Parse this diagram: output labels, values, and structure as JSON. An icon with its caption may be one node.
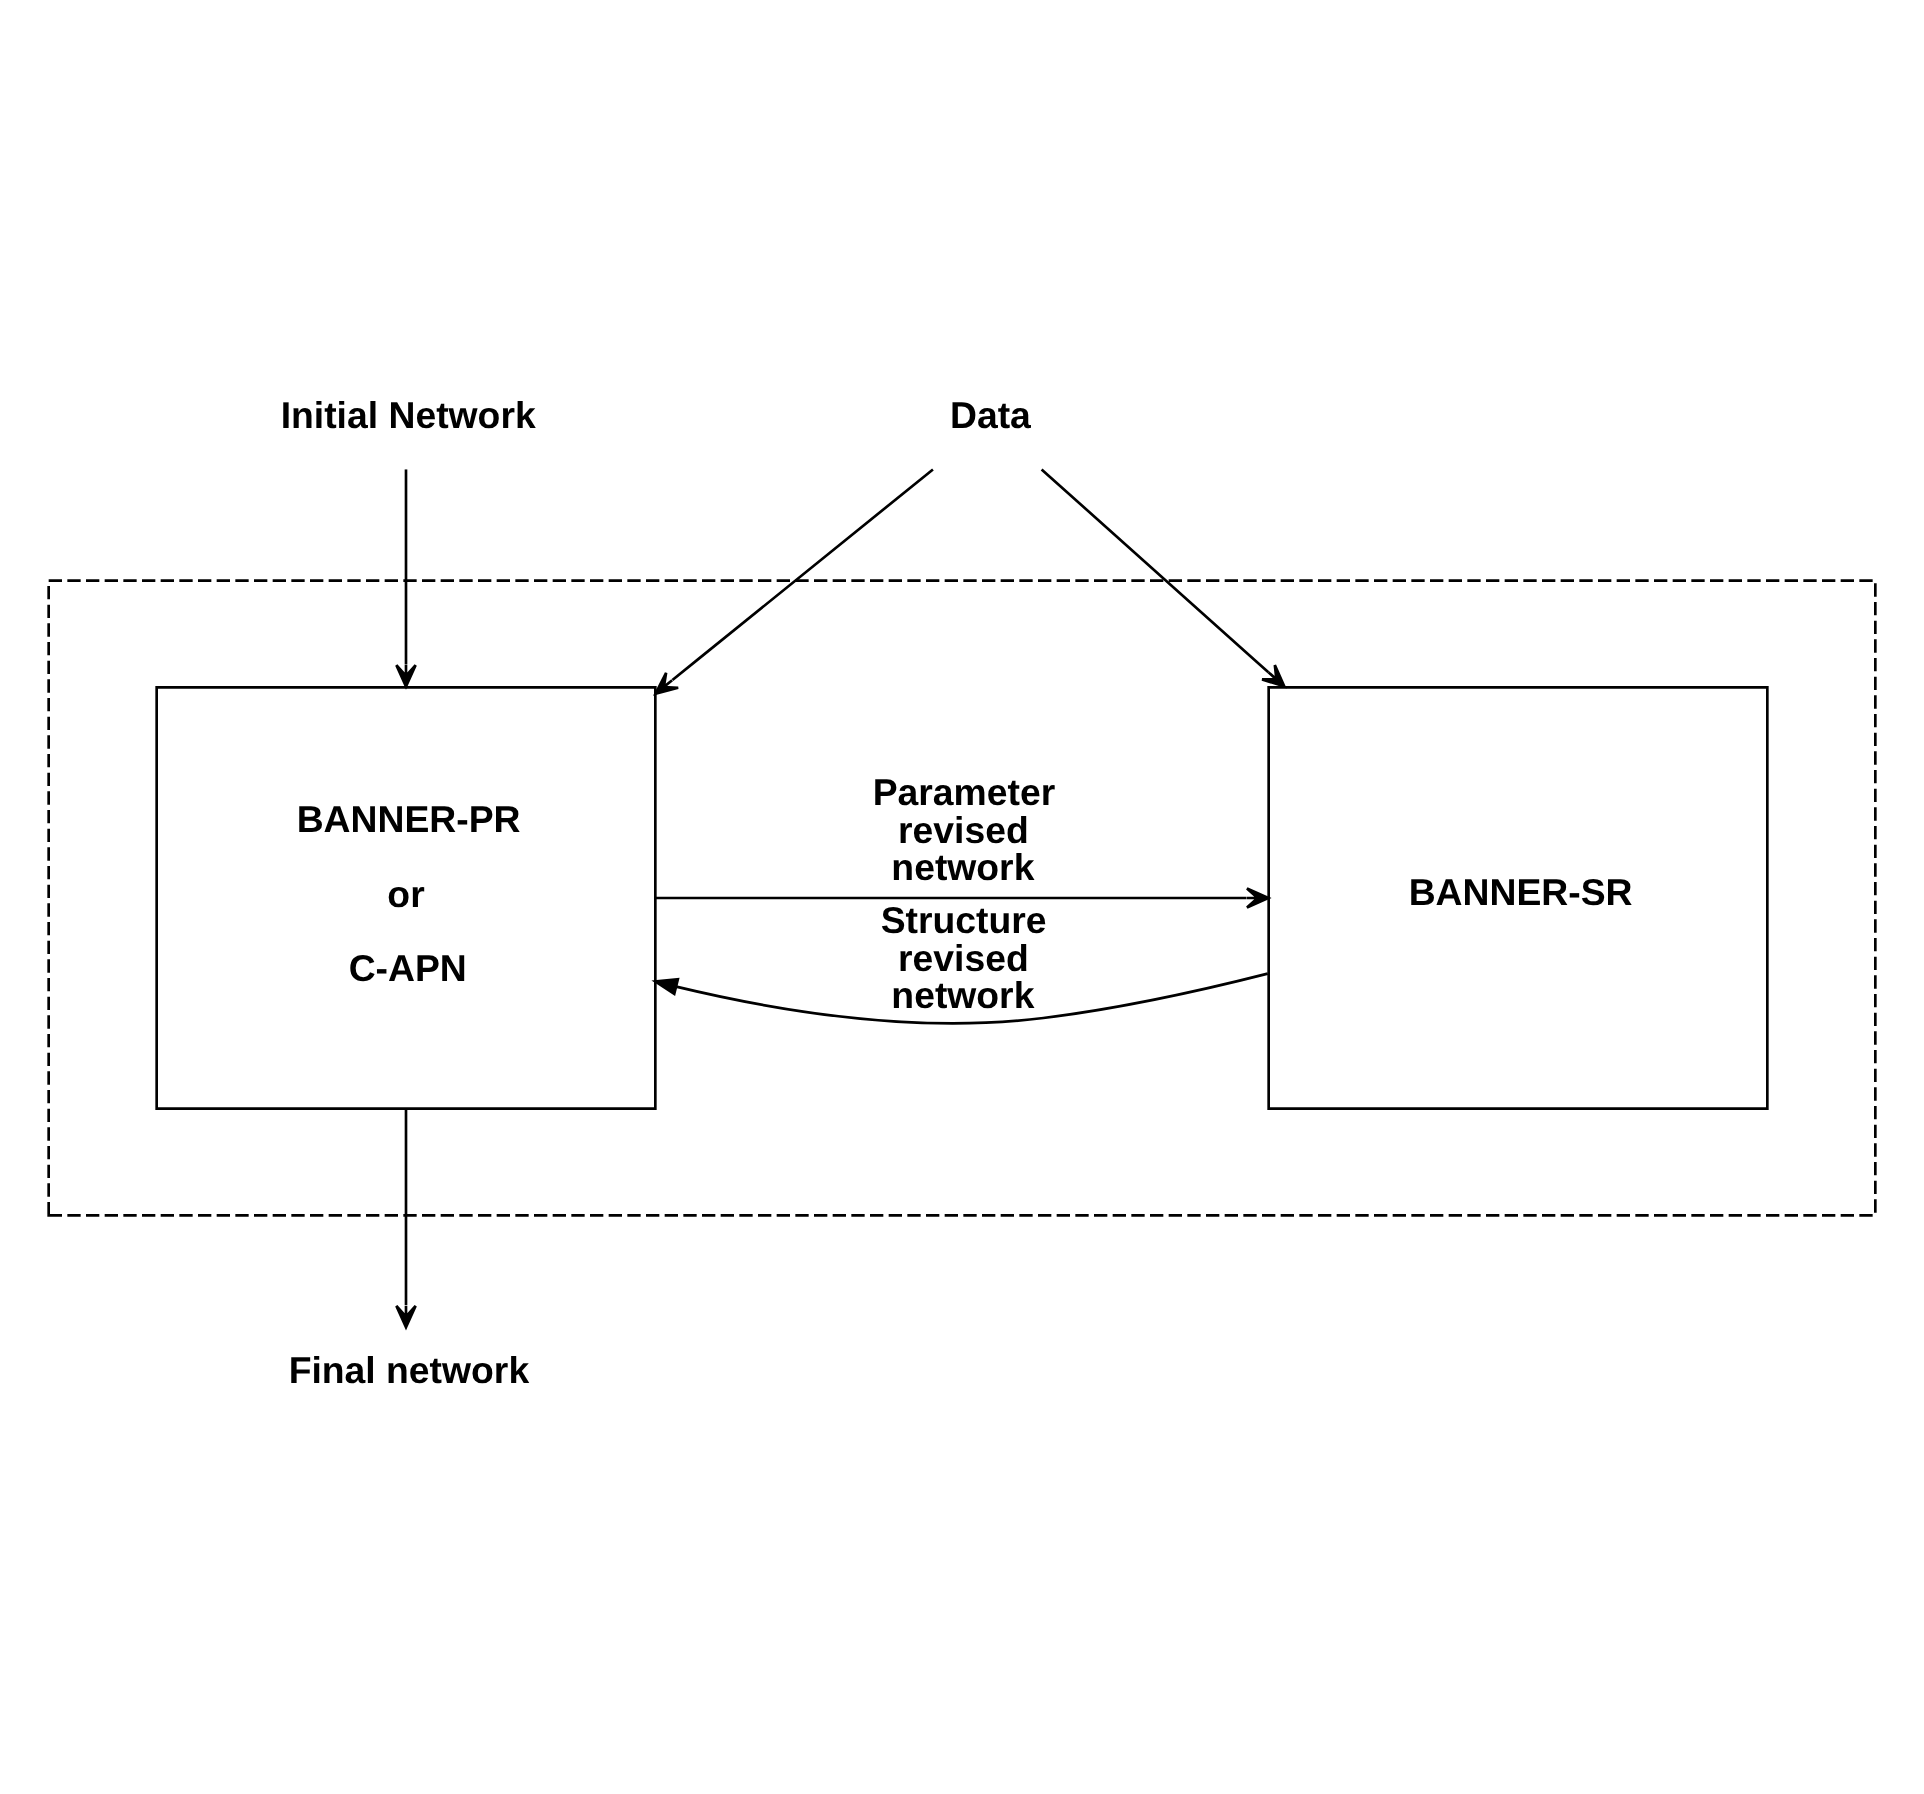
{
  "diagram": {
    "nodes": [
      {
        "text": [
          "Initial Network"
        ]
      },
      {
        "text": [
          "Data"
        ]
      },
      {
        "text": [],
        "shape": "box"
      },
      {
        "text": [
          "BANNER-PR",
          "or",
          "C-APN"
        ],
        "in": 2
      },
      {
        "text": [
          "BANNER-SR"
        ],
        "in": 2
      },
      {
        "text": [
          "Final network"
        ]
      }
    ],
    "edges": [
      {
        "from": 0,
        "to": 3,
        "arrow": "to"
      },
      {
        "from": 1,
        "to": 3,
        "arrow": "to"
      },
      {
        "from": 1,
        "to": 4,
        "arrow": "to"
      },
      {
        "from": 3,
        "to": 4,
        "arrow": "to",
        "label": "Parameter revised network"
      },
      {
        "from": 4,
        "to": 3,
        "arrow": "to",
        "label": "Structure revised network"
      },
      {
        "from": 3,
        "to": 5,
        "arrow": "to"
      }
    ]
  }
}
